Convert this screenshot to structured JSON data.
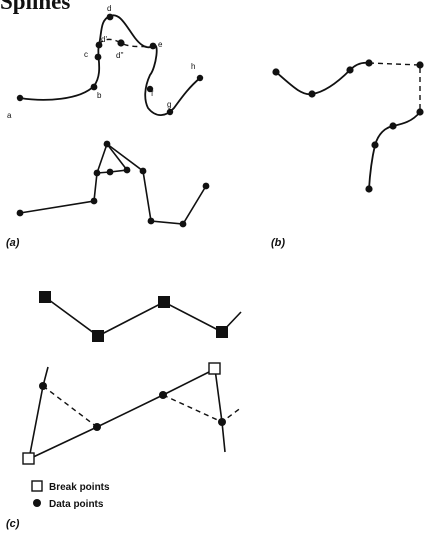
{
  "title": "Splines",
  "point_labels": [
    "a",
    "b",
    "c",
    "d",
    "d'",
    "d''",
    "e",
    "f",
    "g",
    "h"
  ],
  "panels": {
    "a": "(a)",
    "b": "(b)",
    "c": "(c)"
  },
  "legend": {
    "break_points": "Break points",
    "data_points": "Data points"
  },
  "colors": {
    "ink": "#111111",
    "background": "#ffffff"
  }
}
